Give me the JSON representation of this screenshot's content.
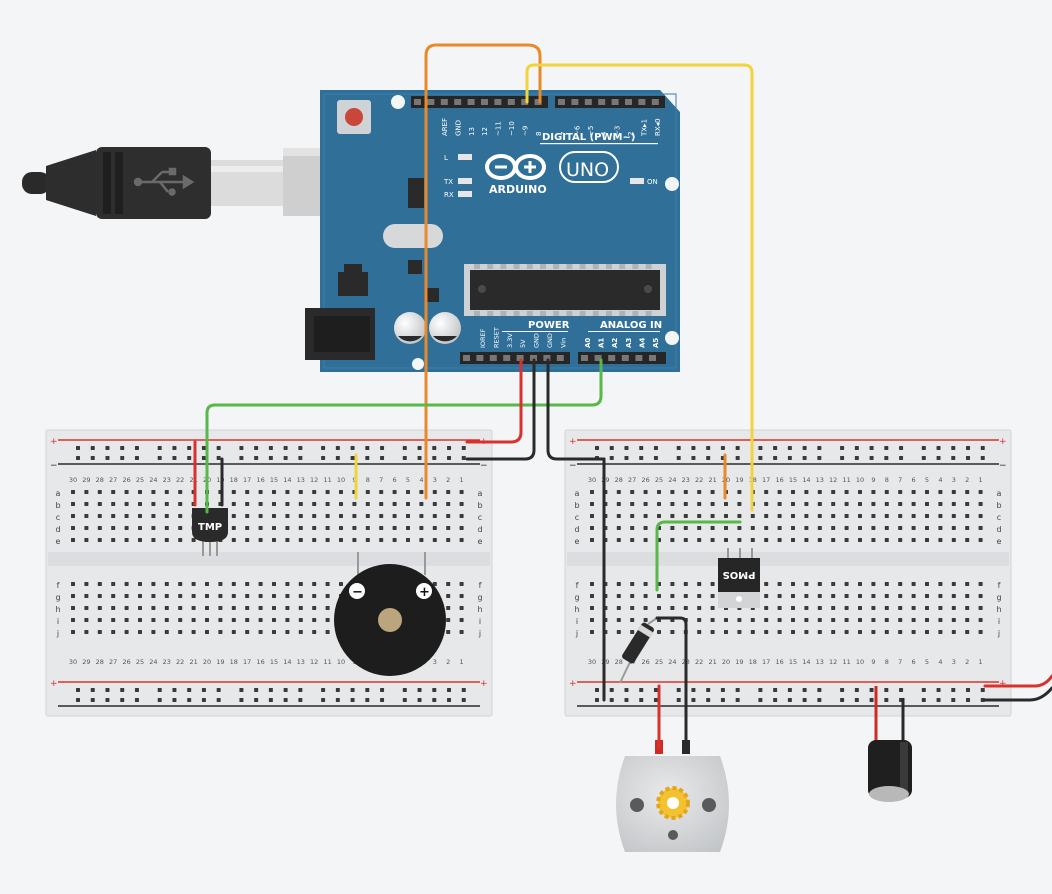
{
  "board": {
    "brand": "ARDUINO",
    "model": "UNO",
    "digital_label": "DIGITAL (PWM~)",
    "digital_pins_left": [
      "AREF",
      "GND",
      "13",
      "12",
      "~11",
      "~10",
      "~9",
      "8"
    ],
    "digital_pins_right": [
      "7",
      "~6",
      "~5",
      "4",
      "~3",
      "2",
      "TX▸1",
      "RX◂0"
    ],
    "power_label": "POWER",
    "power_pins": [
      "IOREF",
      "RESET",
      "3.3V",
      "5V",
      "GND",
      "GND",
      "Vin"
    ],
    "analog_label": "ANALOG IN",
    "analog_pins": [
      "A0",
      "A1",
      "A2",
      "A3",
      "A4",
      "A5"
    ],
    "led_labels": [
      "L",
      "TX",
      "RX"
    ],
    "on_label": "ON"
  },
  "breadboard_left": {
    "columns": [
      "30",
      "29",
      "28",
      "27",
      "26",
      "25",
      "24",
      "23",
      "22",
      "21",
      "20",
      "19",
      "18",
      "17",
      "16",
      "15",
      "14",
      "13",
      "12",
      "11",
      "10",
      "9",
      "8",
      "7",
      "6",
      "5",
      "4",
      "3",
      "2",
      "1"
    ],
    "rows_top": [
      "a",
      "b",
      "c",
      "d",
      "e"
    ],
    "rows_bottom": [
      "f",
      "g",
      "h",
      "i",
      "j"
    ],
    "rail_plus": "+",
    "rail_minus": "−"
  },
  "breadboard_right": {
    "columns": [
      "30",
      "29",
      "28",
      "27",
      "26",
      "25",
      "24",
      "23",
      "22",
      "21",
      "20",
      "19",
      "18",
      "17",
      "16",
      "15",
      "14",
      "13",
      "12",
      "11",
      "10",
      "9",
      "8",
      "7",
      "6",
      "5",
      "4",
      "3",
      "2",
      "1"
    ],
    "rows_top": [
      "a",
      "b",
      "c",
      "d",
      "e"
    ],
    "rows_bottom": [
      "f",
      "g",
      "h",
      "i",
      "j"
    ],
    "rail_plus": "+",
    "rail_minus": "−"
  },
  "components": {
    "temp_sensor": "TMP",
    "transistor": "PMOS",
    "buzzer_minus": "−",
    "buzzer_plus": "+"
  },
  "colors": {
    "board_blue": "#2f6f98",
    "wire_orange": "#e9892a",
    "wire_yellow": "#f2d43a",
    "wire_green": "#58b84a",
    "wire_red": "#d9322e",
    "wire_black": "#2a2a2a"
  }
}
